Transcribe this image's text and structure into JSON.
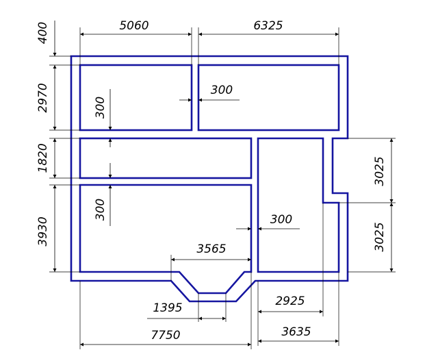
{
  "dimensions": {
    "top_left_width": "5060",
    "top_right_width": "6325",
    "top_offset": "400",
    "left_upper_room_height": "2970",
    "left_middle_room_height": "1820",
    "left_lower_room_height": "3930",
    "right_upper_height": "3025",
    "right_lower_height": "3025",
    "wall_thickness_upper": "300",
    "wall_thickness_vertical_upper": "300",
    "wall_thickness_vertical_lower": "300",
    "wall_thickness_right": "300",
    "bay_top_width": "3565",
    "bay_bottom_width": "1395",
    "bottom_left_width": "7750",
    "bottom_right_inner": "2925",
    "bottom_right_outer": "3635"
  },
  "colors": {
    "walls": "#1515a0",
    "dimension_lines": "#000000",
    "background": "#ffffff"
  }
}
